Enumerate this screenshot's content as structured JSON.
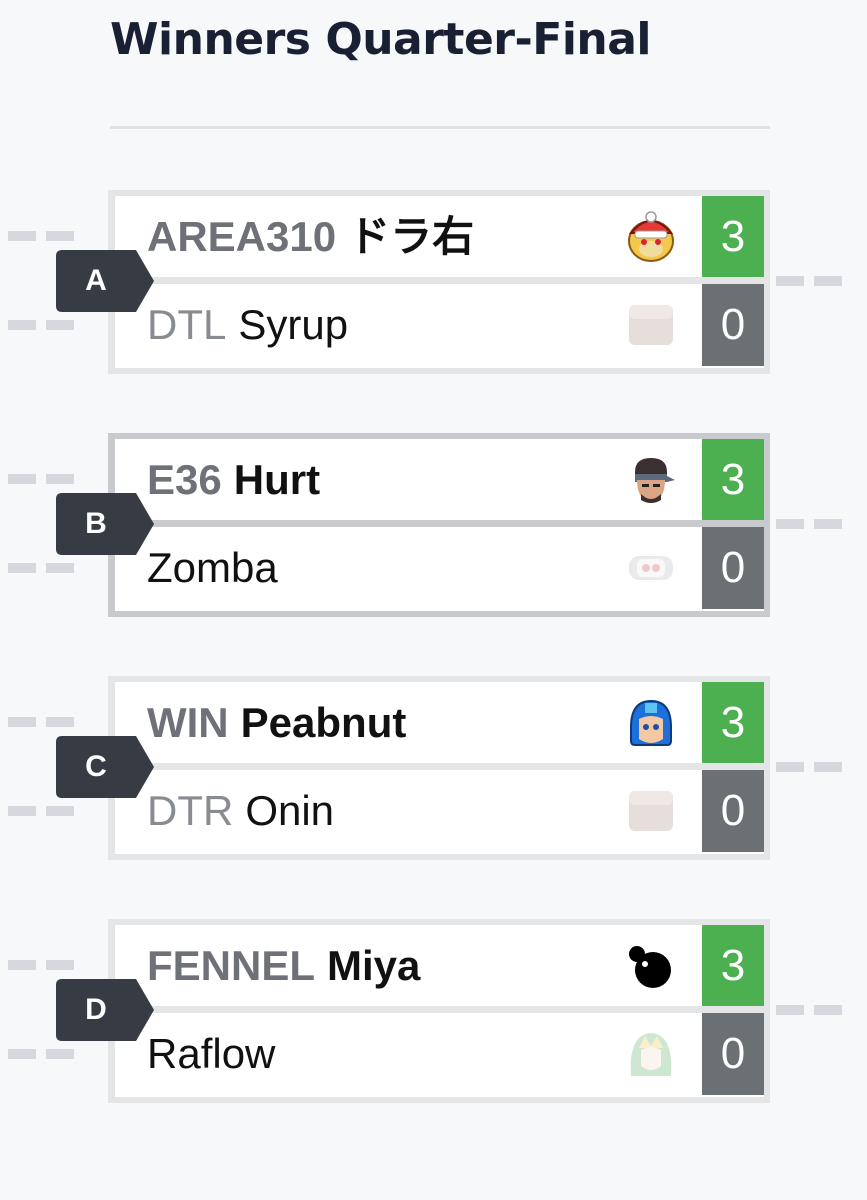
{
  "round": {
    "title": "Winners Quarter-Final"
  },
  "colors": {
    "win_score_bg": "#4caf50",
    "loss_score_bg": "#6b7075",
    "label_bg": "#363b44"
  },
  "matches": [
    {
      "label": "A",
      "players": [
        {
          "prefix": "AREA310",
          "name": "ドラ右",
          "score": "3",
          "icon": "king-k-rool-icon",
          "winner": true
        },
        {
          "prefix": "DTL",
          "name": "Syrup",
          "score": "0",
          "icon": "random-character-icon",
          "winner": false
        }
      ]
    },
    {
      "label": "B",
      "players": [
        {
          "prefix": "E36",
          "name": "Hurt",
          "score": "3",
          "icon": "snake-icon",
          "winner": true
        },
        {
          "prefix": "",
          "name": "Zomba",
          "score": "0",
          "icon": "rob-icon",
          "winner": false
        }
      ]
    },
    {
      "label": "C",
      "players": [
        {
          "prefix": "WIN",
          "name": "Peabnut",
          "score": "3",
          "icon": "mega-man-icon",
          "winner": true
        },
        {
          "prefix": "DTR",
          "name": "Onin",
          "score": "0",
          "icon": "random-character-icon",
          "winner": false
        }
      ]
    },
    {
      "label": "D",
      "players": [
        {
          "prefix": "FENNEL",
          "name": "Miya",
          "score": "3",
          "icon": "game-and-watch-icon",
          "winner": true
        },
        {
          "prefix": "",
          "name": "Raflow",
          "score": "0",
          "icon": "palutena-icon",
          "winner": false
        }
      ]
    }
  ]
}
